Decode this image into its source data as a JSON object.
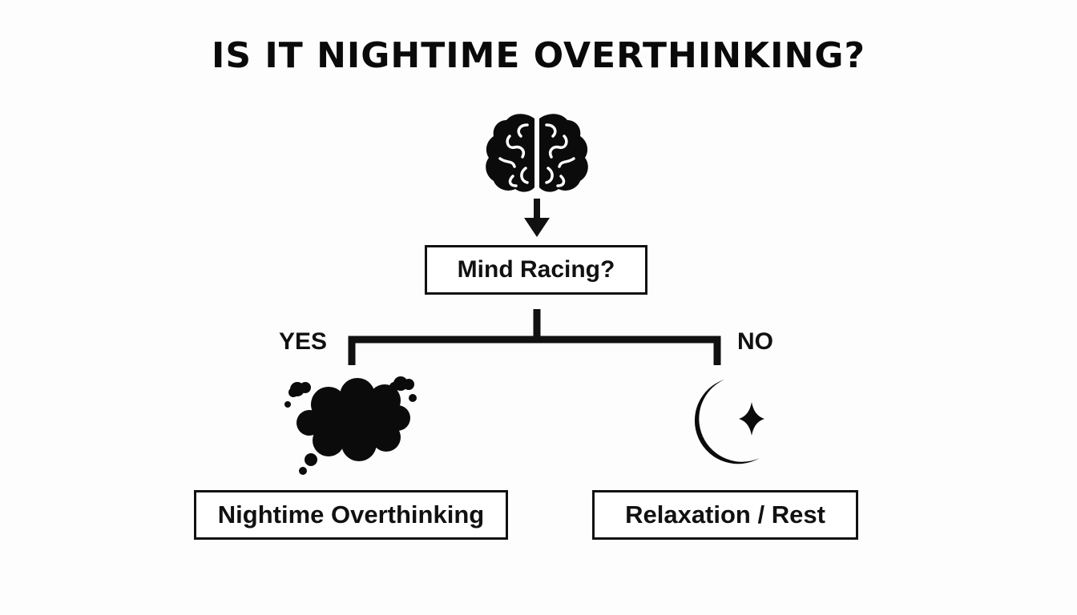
{
  "title": "IS IT NIGHTIME OVERTHINKING?",
  "decision": {
    "question": "Mind Racing?",
    "icon": "brain-icon"
  },
  "branches": {
    "yes": {
      "label": "YES",
      "outcome": "Nightime Overthinking",
      "icon": "thought-cloud-icon"
    },
    "no": {
      "label": "NO",
      "outcome": "Relaxation / Rest",
      "icon": "moon-star-icon"
    }
  },
  "colors": {
    "ink": "#111111",
    "background": "#fdfdfd"
  }
}
